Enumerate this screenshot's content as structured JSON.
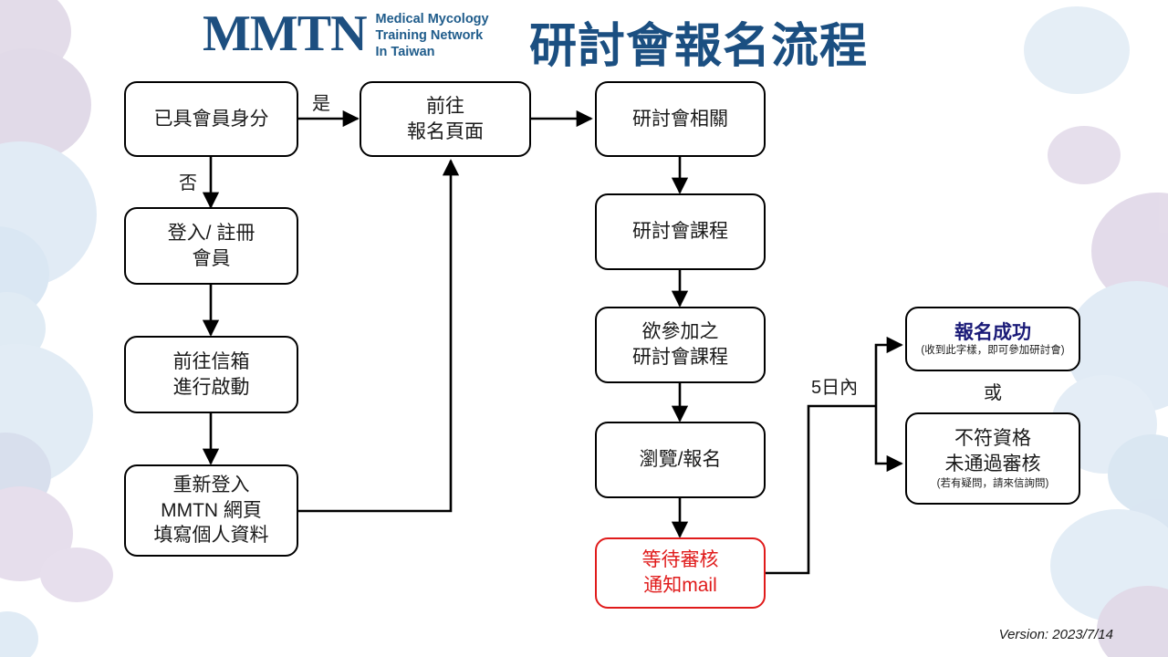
{
  "header": {
    "logo_mark": "MMTN",
    "logo_sub_line1": "Medical Mycology",
    "logo_sub_line2": "Training Network",
    "logo_sub_line3": "In Taiwan",
    "title": "研討會報名流程",
    "brand_color": "#1b4f81"
  },
  "footer": {
    "version": "Version: 2023/7/14"
  },
  "nodes": {
    "member_status": {
      "line1": "已具會員身分"
    },
    "login_register": {
      "line1": "登入/ 註冊",
      "line2": "會員"
    },
    "mailbox_activate": {
      "line1": "前往信箱",
      "line2": "進行啟動"
    },
    "relogin_profile": {
      "line1": "重新登入",
      "line2": "MMTN 網頁",
      "line3": "填寫個人資料"
    },
    "go_signup_page": {
      "line1": "前往",
      "line2": "報名頁面"
    },
    "seminar_related": {
      "line1": "研討會相關"
    },
    "seminar_courses": {
      "line1": "研討會課程"
    },
    "desired_courses": {
      "line1": "欲參加之",
      "line2": "研討會課程"
    },
    "browse_signup": {
      "line1": "瀏覽/報名"
    },
    "await_review": {
      "line1": "等待審核",
      "line2": "通知mail",
      "color": "#e01b1b"
    },
    "success": {
      "headline": "報名成功",
      "subnote": "(收到此字樣，即可參加研討會)",
      "headline_color": "#1b1b78"
    },
    "rejected": {
      "line1": "不符資格",
      "line2": "未通過審核",
      "subnote": "(若有疑問，請來信詢問)"
    }
  },
  "edge_labels": {
    "yes": "是",
    "no": "否",
    "within_5_days": "5日內",
    "or": "或"
  }
}
